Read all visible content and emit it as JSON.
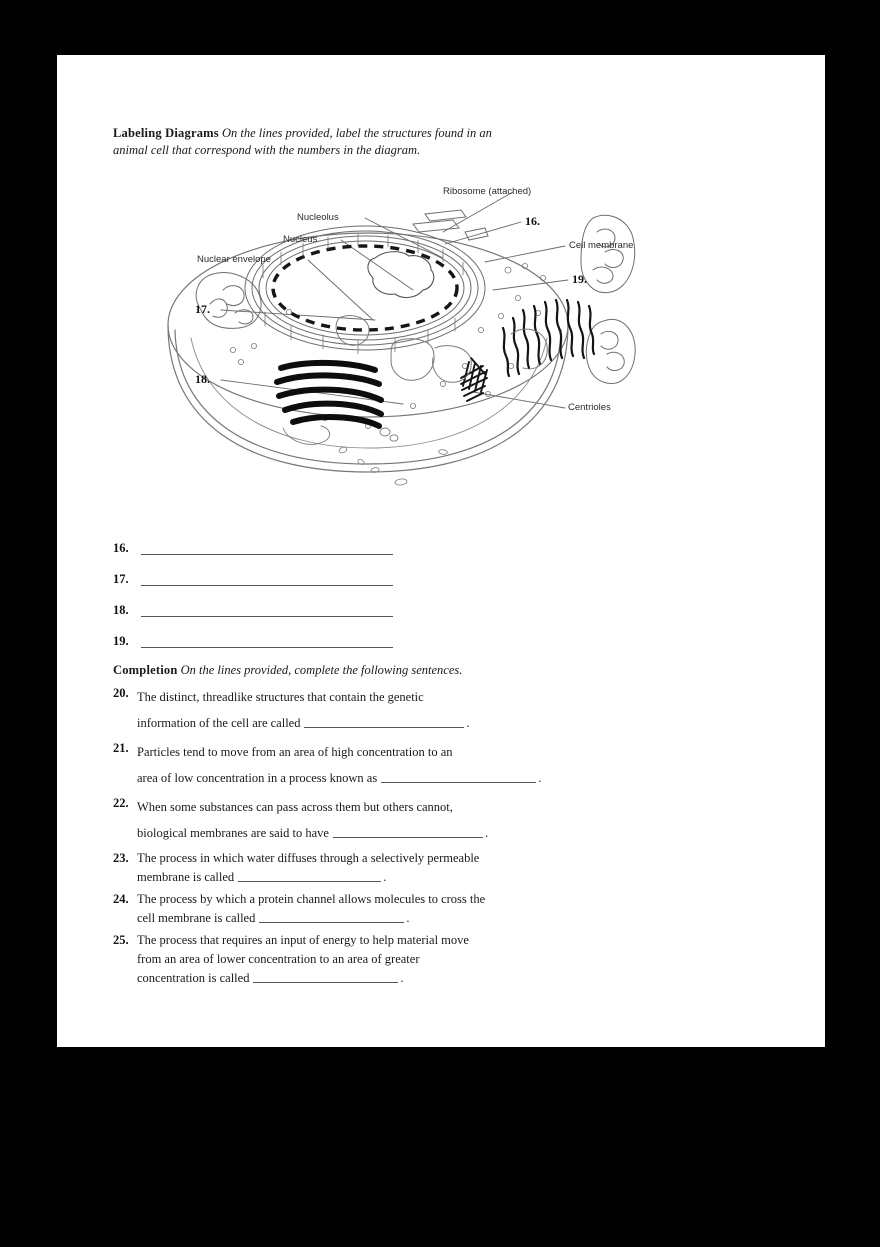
{
  "worksheet": {
    "labeling_section": {
      "title": "Labeling Diagrams",
      "instruction_line1": "On the lines provided, label the structures found in an",
      "instruction_line2": "animal cell that correspond with the numbers in the diagram."
    },
    "diagram": {
      "name": "animal-cell-diagram",
      "labels": [
        {
          "id": "ribosome",
          "text": "Ribosome (attached)"
        },
        {
          "id": "nucleolus",
          "text": "Nucleolus"
        },
        {
          "id": "nucleus",
          "text": "Nucleus"
        },
        {
          "id": "nuclear-envelope",
          "text": "Nuclear envelope"
        },
        {
          "id": "cell-membrane",
          "text": "Cell membrane"
        },
        {
          "id": "centrioles",
          "text": "Centrioles"
        }
      ],
      "numbers": [
        {
          "id": "num16",
          "text": "16."
        },
        {
          "id": "num17",
          "text": "17."
        },
        {
          "id": "num18",
          "text": "18."
        },
        {
          "id": "num19",
          "text": "19."
        }
      ]
    },
    "answer_lines": [
      {
        "number": "16."
      },
      {
        "number": "17."
      },
      {
        "number": "18."
      },
      {
        "number": "19."
      }
    ],
    "completion_section": {
      "title": "Completion",
      "instruction": "On the lines provided, complete the following sentences."
    },
    "questions": [
      {
        "number": "20.",
        "line1": "The distinct, threadlike structures that contain the genetic",
        "line2_pre": "information of the cell are called",
        "line2_post": "."
      },
      {
        "number": "21.",
        "line1": "Particles tend to move from an area of high concentration to an",
        "line2_pre": "area of low concentration in a process known as",
        "line2_post": "."
      },
      {
        "number": "22.",
        "line1": "When some substances can pass across them but others cannot,",
        "line2_pre": "biological membranes are said to have",
        "line2_post": "."
      },
      {
        "number": "23.",
        "line1": "The process in which water diffuses through a selectively permeable",
        "line2_pre": "membrane is called",
        "line2_post": "."
      },
      {
        "number": "24.",
        "line1": "The process by which a protein channel allows molecules to cross the",
        "line2_pre": "cell membrane is called",
        "line2_post": "."
      },
      {
        "number": "25.",
        "line1": "The process that requires an input of energy to help material move",
        "line1b": "from an area of lower concentration to an area of greater",
        "line2_pre": "concentration is called",
        "line2_post": "."
      }
    ],
    "colors": {
      "page_background": "#ffffff",
      "outer_background": "#000000",
      "text": "#1a1a1a",
      "rule": "#555555",
      "diagram_stroke": "#555555",
      "diagram_dark": "#111111"
    }
  }
}
